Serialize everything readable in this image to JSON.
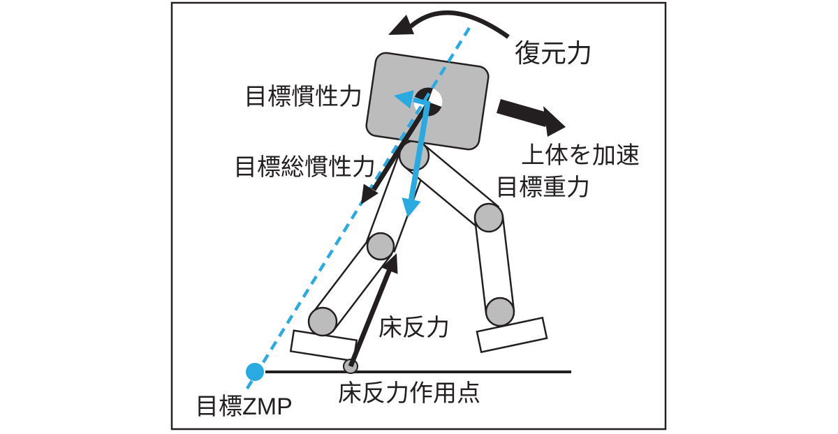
{
  "figure": {
    "description": "Biped robot walking control force diagram",
    "labels": {
      "restoring_force": "復元力",
      "target_inertial_force": "目標慣性力",
      "target_total_inertial_force": "目標総慣性力",
      "accelerate_upper_body": "上体を加速",
      "target_gravity": "目標重力",
      "floor_reaction_force": "床反力",
      "floor_reaction_force_application_point": "床反力作用点",
      "target_zmp": "目標ZMP"
    },
    "colors": {
      "accent_blue": "#29ABE2",
      "line_black": "#231F20",
      "body_gray": "#BCBCBC",
      "background": "#FFFFFF"
    }
  }
}
